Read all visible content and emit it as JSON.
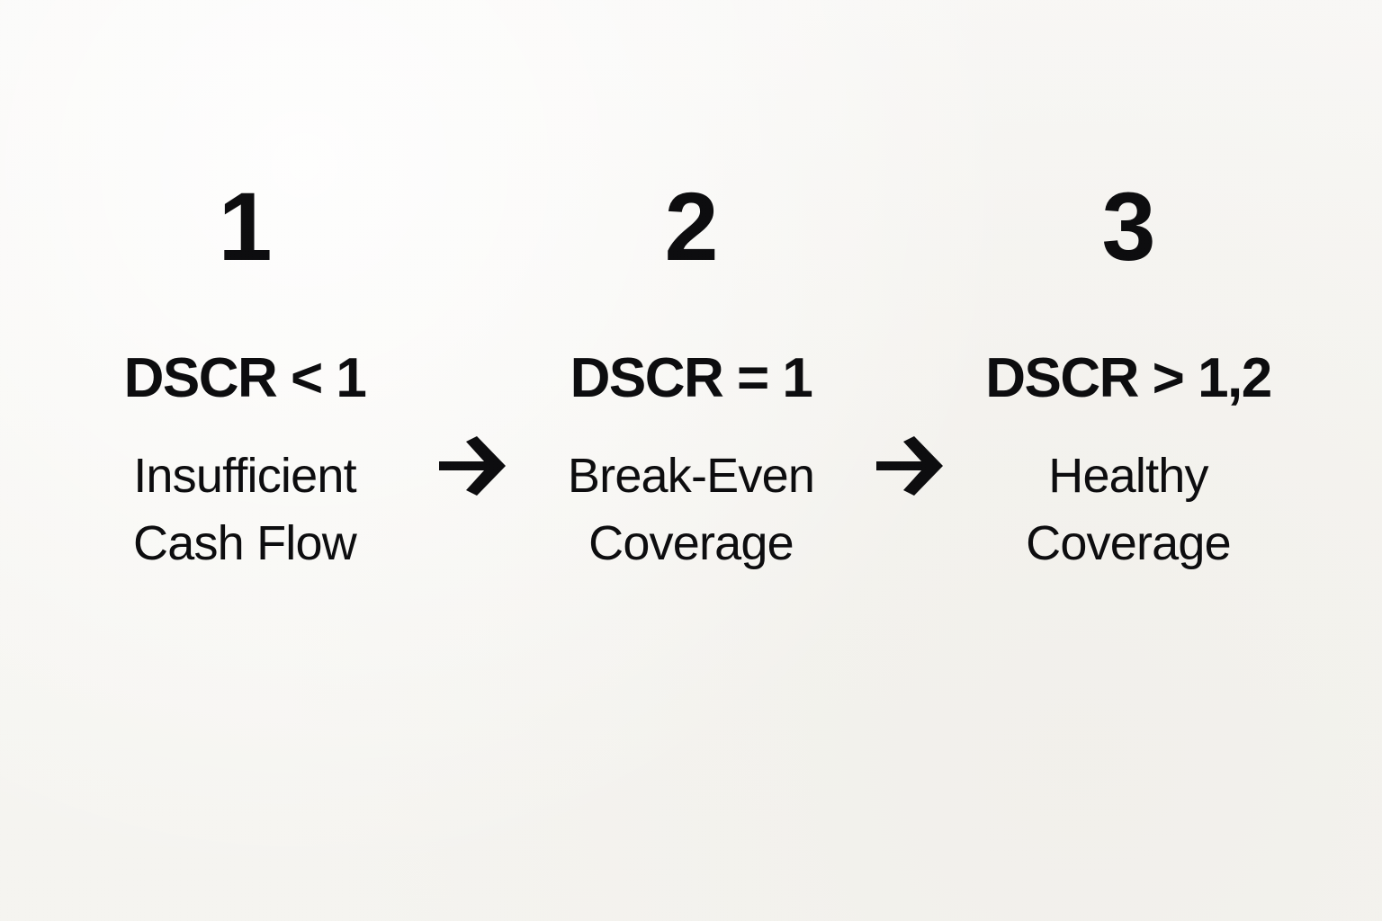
{
  "background_color": "#f7f6f3",
  "text_color": "#0d0d0f",
  "steps": [
    {
      "number": "1",
      "heading": "DSCR < 1",
      "desc_line_1": "Insufficient",
      "desc_line_2": "Cash Flow"
    },
    {
      "number": "2",
      "heading": "DSCR = 1",
      "desc_line_1": "Break-Even",
      "desc_line_2": "Coverage"
    },
    {
      "number": "3",
      "heading": "DSCR > 1,2",
      "desc_line_1": "Healthy",
      "desc_line_2": "Coverage"
    }
  ],
  "connectors": [
    {
      "icon": "arrow-right-icon",
      "glyph": "→"
    },
    {
      "icon": "arrow-right-icon",
      "glyph": "→"
    }
  ]
}
